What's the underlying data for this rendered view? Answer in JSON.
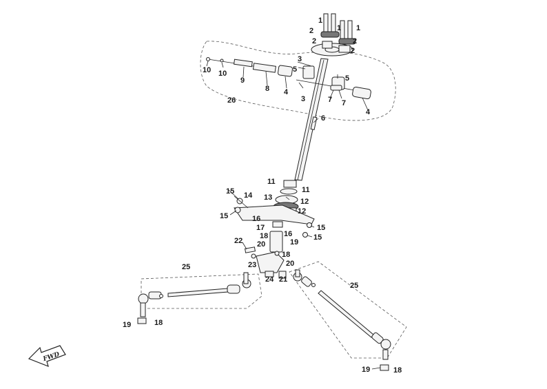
{
  "callouts": {
    "c1": "1",
    "c2": "2",
    "c3": "3",
    "c4": "4",
    "c5": "5",
    "c6": "6",
    "c7": "7",
    "c8": "8",
    "c9": "9",
    "c10": "10",
    "c11": "11",
    "c12": "12",
    "c13": "13",
    "c14": "14",
    "c15": "15",
    "c16": "16",
    "c17": "17",
    "c18": "18",
    "c19": "19",
    "c20": "20",
    "c21": "21",
    "c22": "22",
    "c23": "23",
    "c24": "24",
    "c25": "25",
    "c26": "26"
  },
  "direction_badge": {
    "label": "FWD",
    "icon": "forward-arrow-icon"
  },
  "colors": {
    "line": "#222222",
    "part_fill": "#f4f4f4",
    "dashed_box": "#555555"
  }
}
